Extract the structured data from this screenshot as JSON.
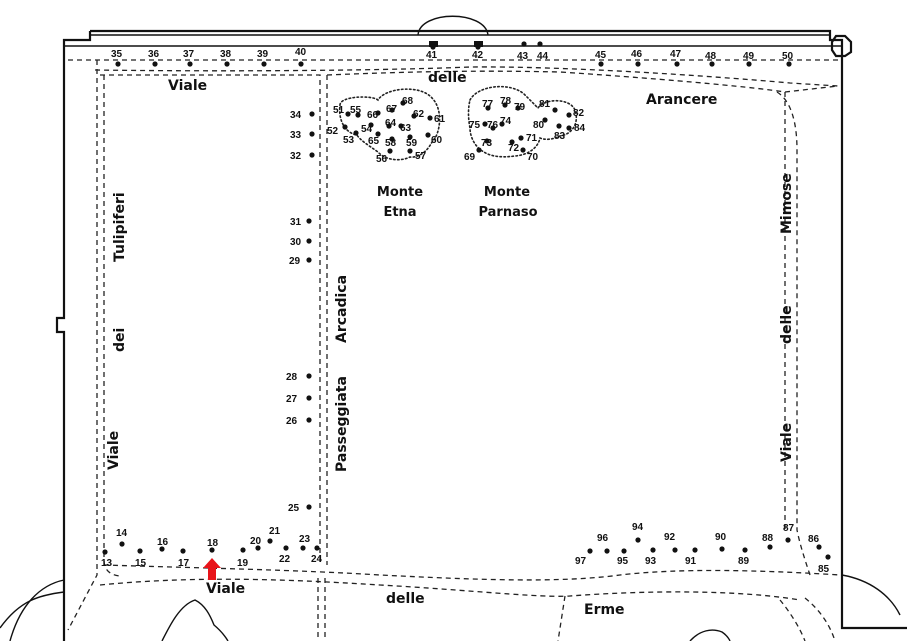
{
  "streets": {
    "viale_top": "Viale",
    "delle_top": "delle",
    "arancere": "Arancere",
    "tulipiferi": "Tulipiferi",
    "dei": "dei",
    "viale_left": "Viale",
    "passeggiata": "Passeggiata",
    "arcadica": "Arcadica",
    "mimose": "Mimose",
    "delle_right": "delle",
    "viale_right": "Viale",
    "viale_bottom": "Viale",
    "delle_bottom": "delle",
    "erme": "Erme"
  },
  "hills": {
    "etna_1": "Monte",
    "etna_2": "Etna",
    "parnaso_1": "Monte",
    "parnaso_2": "Parnaso"
  },
  "marker_color": "#e8141a",
  "points": [
    {
      "n": "13"
    },
    {
      "n": "14"
    },
    {
      "n": "15"
    },
    {
      "n": "16"
    },
    {
      "n": "17"
    },
    {
      "n": "18"
    },
    {
      "n": "19"
    },
    {
      "n": "20"
    },
    {
      "n": "21"
    },
    {
      "n": "22"
    },
    {
      "n": "23"
    },
    {
      "n": "24"
    },
    {
      "n": "25"
    },
    {
      "n": "26"
    },
    {
      "n": "27"
    },
    {
      "n": "28"
    },
    {
      "n": "29"
    },
    {
      "n": "30"
    },
    {
      "n": "31"
    },
    {
      "n": "32"
    },
    {
      "n": "33"
    },
    {
      "n": "34"
    },
    {
      "n": "35"
    },
    {
      "n": "36"
    },
    {
      "n": "37"
    },
    {
      "n": "38"
    },
    {
      "n": "39"
    },
    {
      "n": "40"
    },
    {
      "n": "41"
    },
    {
      "n": "42"
    },
    {
      "n": "43"
    },
    {
      "n": "44"
    },
    {
      "n": "45"
    },
    {
      "n": "46"
    },
    {
      "n": "47"
    },
    {
      "n": "48"
    },
    {
      "n": "49"
    },
    {
      "n": "50"
    },
    {
      "n": "51"
    },
    {
      "n": "52"
    },
    {
      "n": "53"
    },
    {
      "n": "54"
    },
    {
      "n": "55"
    },
    {
      "n": "56"
    },
    {
      "n": "57"
    },
    {
      "n": "58"
    },
    {
      "n": "59"
    },
    {
      "n": "60"
    },
    {
      "n": "61"
    },
    {
      "n": "62"
    },
    {
      "n": "63"
    },
    {
      "n": "64"
    },
    {
      "n": "65"
    },
    {
      "n": "66"
    },
    {
      "n": "67"
    },
    {
      "n": "68"
    },
    {
      "n": "69"
    },
    {
      "n": "70"
    },
    {
      "n": "71"
    },
    {
      "n": "72"
    },
    {
      "n": "73"
    },
    {
      "n": "74"
    },
    {
      "n": "75"
    },
    {
      "n": "76"
    },
    {
      "n": "77"
    },
    {
      "n": "78"
    },
    {
      "n": "79"
    },
    {
      "n": "80"
    },
    {
      "n": "81"
    },
    {
      "n": "82"
    },
    {
      "n": "83"
    },
    {
      "n": "84"
    },
    {
      "n": "85"
    },
    {
      "n": "86"
    },
    {
      "n": "87"
    },
    {
      "n": "88"
    },
    {
      "n": "89"
    },
    {
      "n": "90"
    },
    {
      "n": "91"
    },
    {
      "n": "92"
    },
    {
      "n": "93"
    },
    {
      "n": "94"
    },
    {
      "n": "95"
    },
    {
      "n": "96"
    },
    {
      "n": "97"
    }
  ]
}
